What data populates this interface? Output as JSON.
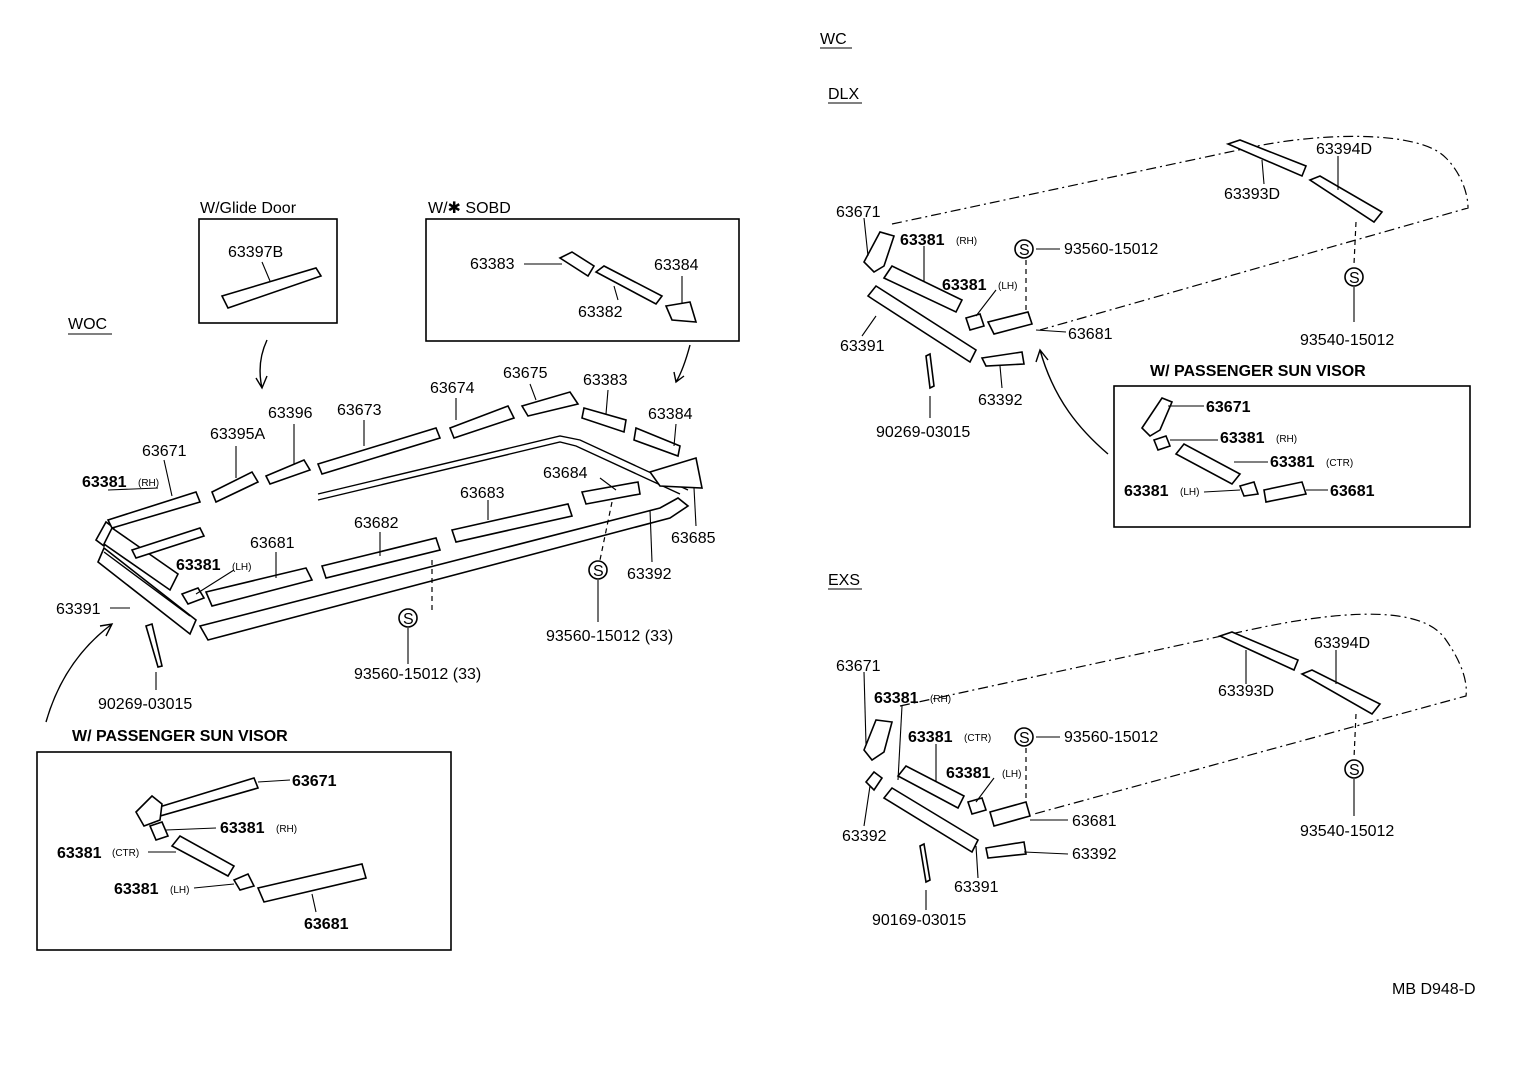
{
  "sections": {
    "woc": "WOC",
    "wc": "WC",
    "dlx": "DLX",
    "exs": "EXS"
  },
  "woc": {
    "glide_door_header": "W/Glide Door",
    "glide_door_part": "63397B",
    "sobd_header": "W/✱ SOBD",
    "sobd_parts": [
      "63383",
      "63384",
      "63382"
    ],
    "labels": {
      "p63675": "63675",
      "p63674": "63674",
      "p63383": "63383",
      "p63384": "63384",
      "p63673": "63673",
      "p63396": "63396",
      "p63395A": "63395A",
      "p63671": "63671",
      "p63381rh": "63381",
      "p63684": "63684",
      "p63683": "63683",
      "p63682": "63682",
      "p63681": "63681",
      "p63381lh": "63381",
      "p63685": "63685",
      "p63392": "63392",
      "p63391": "63391",
      "p90269": "90269-03015",
      "s93560a": "93560-15012 (33)",
      "s93560b": "93560-15012 (33)"
    },
    "visor_header": "W/ PASSENGER SUN VISOR",
    "visor_labels": {
      "p63671": "63671",
      "p63381rh": "63381",
      "p63381ctr": "63381",
      "p63381lh": "63381",
      "p63681": "63681"
    }
  },
  "dlx": {
    "labels": {
      "p63394D": "63394D",
      "p63393D": "63393D",
      "p63671": "63671",
      "p63381rh": "63381",
      "s93560": "93560-15012",
      "p63381lh": "63381",
      "p63681": "63681",
      "p63391": "63391",
      "p63392": "63392",
      "s93540": "93540-15012",
      "p90269": "90269-03015"
    },
    "visor_header": "W/ PASSENGER SUN VISOR",
    "visor_labels": {
      "p63671": "63671",
      "p63381rh": "63381",
      "p63381ctr": "63381",
      "p63381lh": "63381",
      "p63681": "63681"
    }
  },
  "exs": {
    "labels": {
      "p63671": "63671",
      "p63394D": "63394D",
      "p63393D": "63393D",
      "p63381rh": "63381",
      "p63381ctr": "63381",
      "s93560": "93560-15012",
      "p63381lh": "63381",
      "p63681": "63681",
      "p63392a": "63392",
      "p63392b": "63392",
      "p63391": "63391",
      "s93540": "93540-15012",
      "p90169": "90169-03015"
    }
  },
  "suffixes": {
    "rh": "(RH)",
    "lh": "(LH)",
    "ctr": "(CTR)",
    "s": "S"
  },
  "footer": "MB D948-D"
}
